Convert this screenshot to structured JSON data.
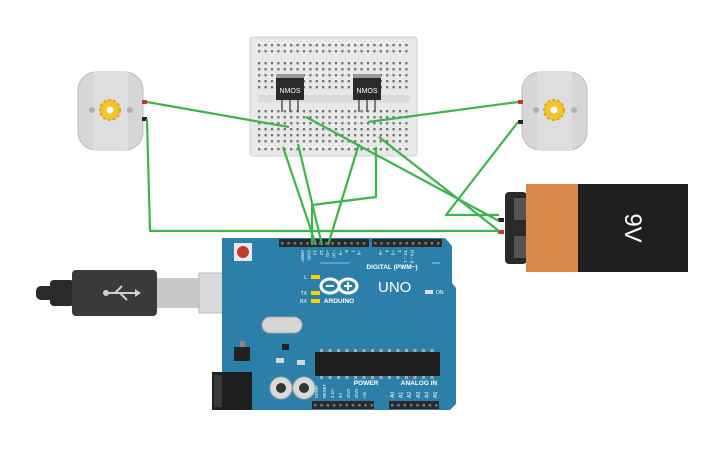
{
  "breadboard": {
    "nmos_left": "NMOS",
    "nmos_right": "NMOS"
  },
  "battery": {
    "label": "9V",
    "colors": {
      "body": "#d9894a",
      "top": "#1f1f1f"
    }
  },
  "arduino": {
    "brand": "ARDUINO",
    "model": "UNO",
    "digital_label": "DIGITAL (PWM~)",
    "power_label": "POWER",
    "analog_label": "ANALOG IN",
    "led_l": "L",
    "led_tx": "TX",
    "led_rx": "RX",
    "on_label": "ON",
    "top_pins": [
      "AREF",
      "GND",
      "13",
      "12",
      "~11",
      "~10",
      "~9",
      "8",
      "7",
      "~6",
      "~5",
      "4",
      "~3",
      "2",
      "TX→1",
      "RX←0"
    ],
    "power_pins": [
      "IOREF",
      "RESET",
      "3.3V",
      "5V",
      "GND",
      "GND",
      "Vin"
    ],
    "analog_pins": [
      "A0",
      "A1",
      "A2",
      "A3",
      "A4",
      "A5"
    ],
    "colors": {
      "board": "#2b7fa8",
      "header": "#2a2a2a"
    }
  },
  "wires": {
    "color": "#3cb44b"
  },
  "motors": {
    "color": "#d8d8d8",
    "gear": "#f4c430"
  }
}
